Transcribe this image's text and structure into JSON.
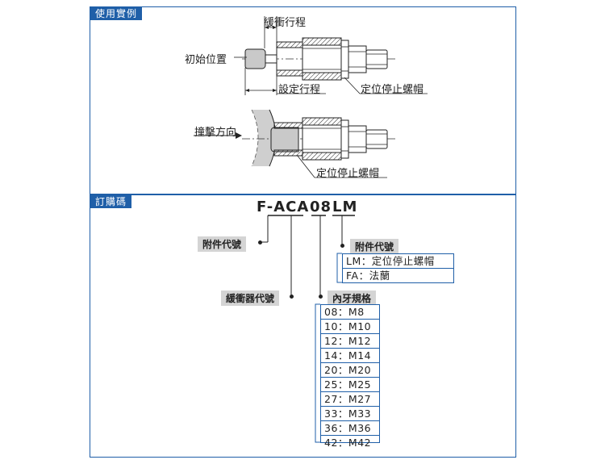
{
  "usage_section": {
    "tag": "使用實例",
    "labels": {
      "initial_position": "初始位置",
      "buffer_stroke": "緩衝行程",
      "set_stroke": "設定行程",
      "stop_nut_top": "定位停止螺帽",
      "impact_direction": "撞擊方向",
      "stop_nut_bottom": "定位停止螺帽"
    }
  },
  "order_section": {
    "tag": "訂購碼",
    "code_prefix": "F-ACA",
    "code_thread": "08",
    "code_accessory": "LM",
    "accessory_label_left": "附件代號",
    "model_label": "緩衝器代號",
    "accessory_box": {
      "title": "附件代號",
      "rows": [
        "LM：定位停止螺帽",
        "FA：法蘭"
      ]
    },
    "thread_box": {
      "title": "內牙規格",
      "rows": [
        "08：M8",
        "10：M10",
        "12：M12",
        "14：M14",
        "20：M20",
        "25：M25",
        "27：M27",
        "33：M33",
        "36：M36",
        "42：M42"
      ]
    }
  },
  "colors": {
    "accent": "#1f5fa8",
    "label_bg": "#d4d4d4"
  }
}
